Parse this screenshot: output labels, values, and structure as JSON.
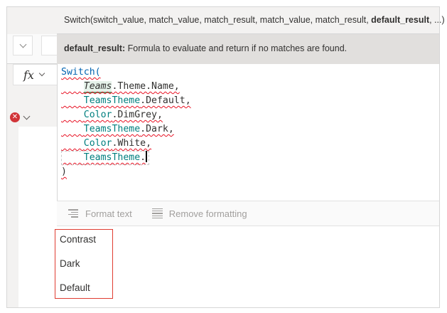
{
  "signature": {
    "text_prefix": "Switch(switch_value, match_value, match_result, match_value, match_result, ",
    "current_param": "default_result",
    "text_suffix": ", ...)"
  },
  "param_help": {
    "name": "default_result:",
    "description": " Formula to evaluate and return if no matches are found."
  },
  "formula_bar": {
    "fx_label": "fx",
    "lines": [
      {
        "kw": "Switch(",
        "rest": ""
      },
      {
        "hl": "Teams",
        "rest": ".Theme.Name,"
      },
      {
        "ty": "TeamsTheme",
        "rest": ".Default,"
      },
      {
        "ty": "Color",
        "rest": ".DimGrey,"
      },
      {
        "ty": "TeamsTheme",
        "rest": ".Dark,"
      },
      {
        "ty": "Color",
        "rest": ".White,"
      },
      {
        "ty": "TeamsTheme",
        "rest": "."
      },
      {
        "rest": ")"
      }
    ]
  },
  "toolbar": {
    "format_text": "Format text",
    "remove_formatting": "Remove formatting"
  },
  "suggestions": [
    "Contrast",
    "Dark",
    "Default"
  ],
  "colors": {
    "keyword": "#0063b1",
    "type": "#007f7f",
    "error": "#d13438",
    "highlight_border": "#e03c31"
  }
}
